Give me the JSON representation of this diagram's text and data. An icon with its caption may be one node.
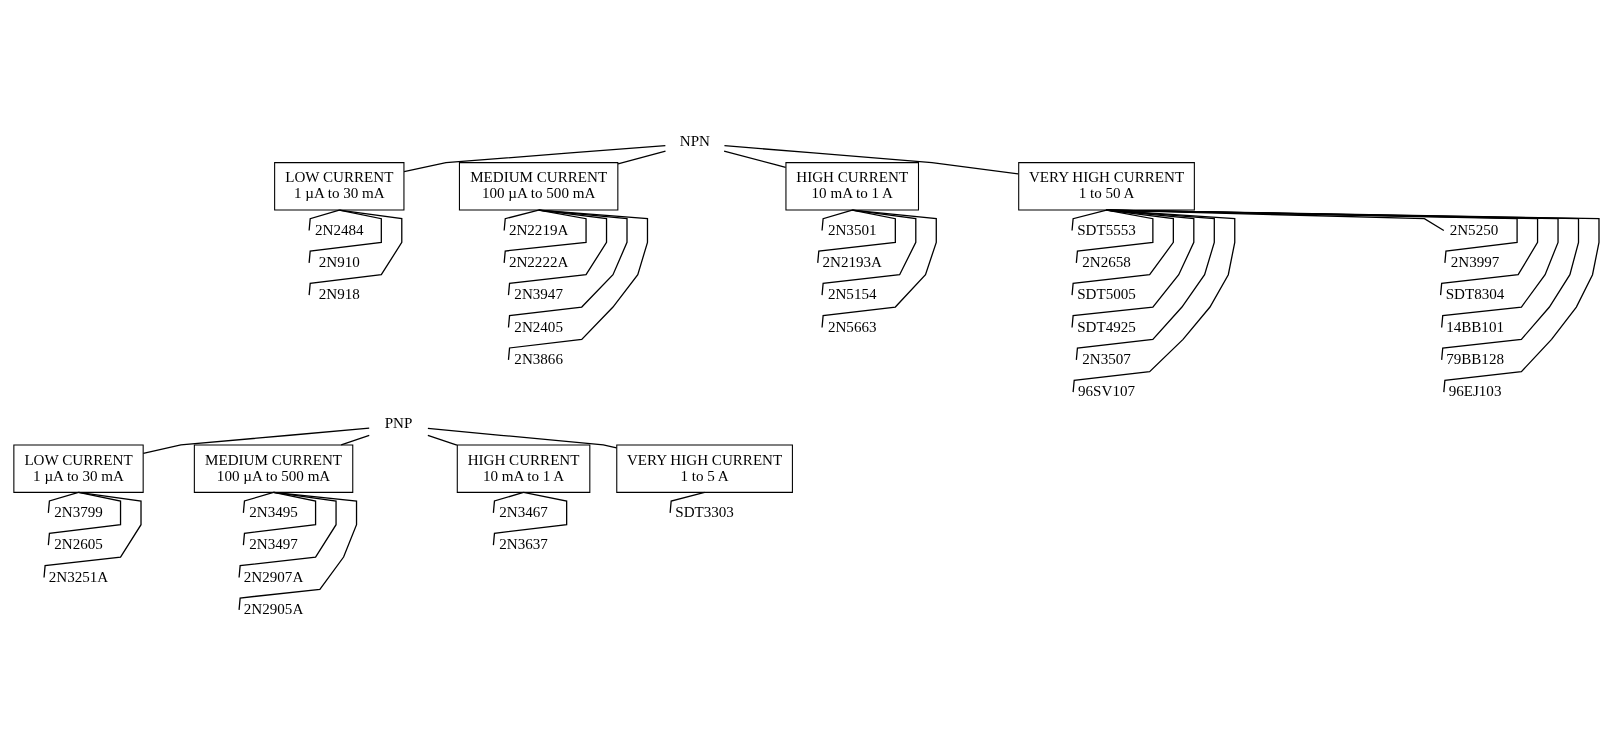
{
  "diagram": {
    "nodes": [
      {
        "text": [
          "NPN"
        ]
      },
      {
        "text": [
          "LOW CURRENT",
          "1 µA to 30 mA"
        ]
      },
      {
        "text": [
          "MEDIUM CURRENT",
          "100 µA to 500 mA"
        ]
      },
      {
        "text": [
          "HIGH CURRENT",
          "10 mA to 1 A"
        ]
      },
      {
        "text": [
          "VERY HIGH CURRENT",
          "1 to 50 A"
        ]
      },
      {
        "text": [
          "2N2484"
        ]
      },
      {
        "text": [
          "2N910"
        ]
      },
      {
        "text": [
          "2N918"
        ]
      },
      {
        "text": [
          "2N2219A"
        ]
      },
      {
        "text": [
          "2N2222A"
        ]
      },
      {
        "text": [
          "2N3947"
        ]
      },
      {
        "text": [
          "2N2405"
        ]
      },
      {
        "text": [
          "2N3866"
        ]
      },
      {
        "text": [
          "2N3501"
        ]
      },
      {
        "text": [
          "2N2193A"
        ]
      },
      {
        "text": [
          "2N5154"
        ]
      },
      {
        "text": [
          "2N5663"
        ]
      },
      {
        "text": [
          "SDT5553"
        ]
      },
      {
        "text": [
          "2N2658"
        ]
      },
      {
        "text": [
          "SDT5005"
        ]
      },
      {
        "text": [
          "SDT4925"
        ]
      },
      {
        "text": [
          "2N3507"
        ]
      },
      {
        "text": [
          "96SV107"
        ]
      },
      {
        "text": [
          "2N5250"
        ]
      },
      {
        "text": [
          "2N3997"
        ]
      },
      {
        "text": [
          "SDT8304"
        ]
      },
      {
        "text": [
          "14BB101"
        ]
      },
      {
        "text": [
          "79BB128"
        ]
      },
      {
        "text": [
          "96EJ103"
        ]
      },
      {
        "text": [
          "PNP"
        ]
      },
      {
        "text": [
          "LOW CURRENT",
          "1 µA to 30 mA"
        ]
      },
      {
        "text": [
          "MEDIUM CURRENT",
          "100 µA to 500 mA"
        ]
      },
      {
        "text": [
          "HIGH CURRENT",
          "10 mA to 1 A"
        ]
      },
      {
        "text": [
          "VERY HIGH CURRENT",
          "1 to 5 A"
        ]
      },
      {
        "text": [
          "2N3799"
        ]
      },
      {
        "text": [
          "2N2605"
        ]
      },
      {
        "text": [
          "2N3251A"
        ]
      },
      {
        "text": [
          "2N3495"
        ]
      },
      {
        "text": [
          "2N3497"
        ]
      },
      {
        "text": [
          "2N2907A"
        ]
      },
      {
        "text": [
          "2N2905A"
        ]
      },
      {
        "text": [
          "2N3467"
        ]
      },
      {
        "text": [
          "2N3637"
        ]
      },
      {
        "text": [
          "SDT3303"
        ]
      }
    ],
    "edges": [
      {
        "from": 0,
        "to": 1,
        "arrow": "none"
      },
      {
        "from": 0,
        "to": 2,
        "arrow": "none"
      },
      {
        "from": 0,
        "to": 3,
        "arrow": "none"
      },
      {
        "from": 0,
        "to": 4,
        "arrow": "none"
      },
      {
        "from": 1,
        "to": 5,
        "arrow": "none"
      },
      {
        "from": 1,
        "to": 6,
        "arrow": "none"
      },
      {
        "from": 1,
        "to": 7,
        "arrow": "none"
      },
      {
        "from": 2,
        "to": 8,
        "arrow": "none"
      },
      {
        "from": 2,
        "to": 9,
        "arrow": "none"
      },
      {
        "from": 2,
        "to": 10,
        "arrow": "none"
      },
      {
        "from": 2,
        "to": 11,
        "arrow": "none"
      },
      {
        "from": 2,
        "to": 12,
        "arrow": "none"
      },
      {
        "from": 3,
        "to": 13,
        "arrow": "none"
      },
      {
        "from": 3,
        "to": 14,
        "arrow": "none"
      },
      {
        "from": 3,
        "to": 15,
        "arrow": "none"
      },
      {
        "from": 3,
        "to": 16,
        "arrow": "none"
      },
      {
        "from": 4,
        "to": 17,
        "arrow": "none"
      },
      {
        "from": 4,
        "to": 18,
        "arrow": "none"
      },
      {
        "from": 4,
        "to": 19,
        "arrow": "none"
      },
      {
        "from": 4,
        "to": 20,
        "arrow": "none"
      },
      {
        "from": 4,
        "to": 21,
        "arrow": "none"
      },
      {
        "from": 4,
        "to": 22,
        "arrow": "none"
      },
      {
        "from": 4,
        "to": 23,
        "arrow": "none"
      },
      {
        "from": 4,
        "to": 24,
        "arrow": "none"
      },
      {
        "from": 4,
        "to": 25,
        "arrow": "none"
      },
      {
        "from": 4,
        "to": 26,
        "arrow": "none"
      },
      {
        "from": 4,
        "to": 27,
        "arrow": "none"
      },
      {
        "from": 4,
        "to": 28,
        "arrow": "none"
      },
      {
        "from": 29,
        "to": 30,
        "arrow": "none"
      },
      {
        "from": 29,
        "to": 31,
        "arrow": "none"
      },
      {
        "from": 29,
        "to": 32,
        "arrow": "none"
      },
      {
        "from": 29,
        "to": 33,
        "arrow": "none"
      },
      {
        "from": 30,
        "to": 34,
        "arrow": "none"
      },
      {
        "from": 30,
        "to": 35,
        "arrow": "none"
      },
      {
        "from": 30,
        "to": 36,
        "arrow": "none"
      },
      {
        "from": 31,
        "to": 37,
        "arrow": "none"
      },
      {
        "from": 31,
        "to": 38,
        "arrow": "none"
      },
      {
        "from": 31,
        "to": 39,
        "arrow": "none"
      },
      {
        "from": 31,
        "to": 40,
        "arrow": "none"
      },
      {
        "from": 32,
        "to": 41,
        "arrow": "none"
      },
      {
        "from": 32,
        "to": 42,
        "arrow": "none"
      },
      {
        "from": 33,
        "to": 43,
        "arrow": "none"
      }
    ]
  }
}
